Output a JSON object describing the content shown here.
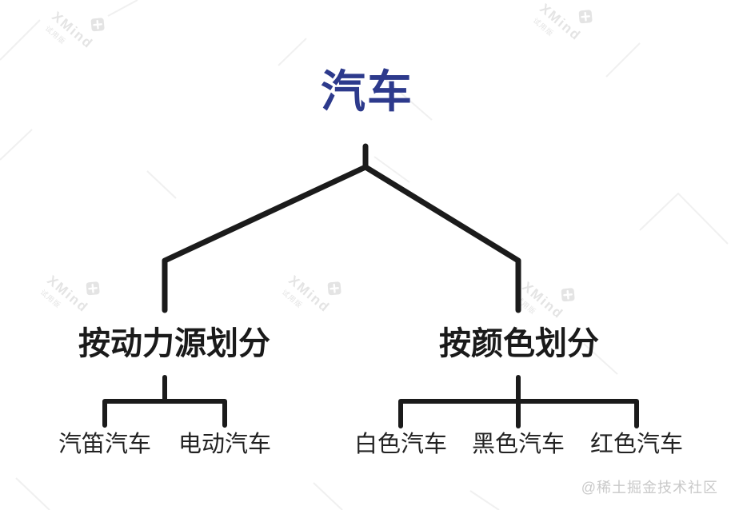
{
  "diagram": {
    "type": "mindmap-tree",
    "root": {
      "label": "汽车"
    },
    "branches": [
      {
        "label": "按动力源划分",
        "children": [
          {
            "label": "汽笛汽车"
          },
          {
            "label": "电动汽车"
          }
        ]
      },
      {
        "label": "按颜色划分",
        "children": [
          {
            "label": "白色汽车"
          },
          {
            "label": "黑色汽车"
          },
          {
            "label": "红色汽车"
          }
        ]
      }
    ]
  },
  "watermark": {
    "brand": "XMind",
    "subtext": "试用版"
  },
  "attribution": "@稀土掘金技术社区",
  "colors": {
    "background": "#ffffff",
    "root_text": "#2d3a8c",
    "branch_text": "#1a1a1a",
    "leaf_text": "#222222",
    "line": "#1b1b1b",
    "watermark": "#e4e4e4",
    "attribution": "#c9c9c9"
  }
}
